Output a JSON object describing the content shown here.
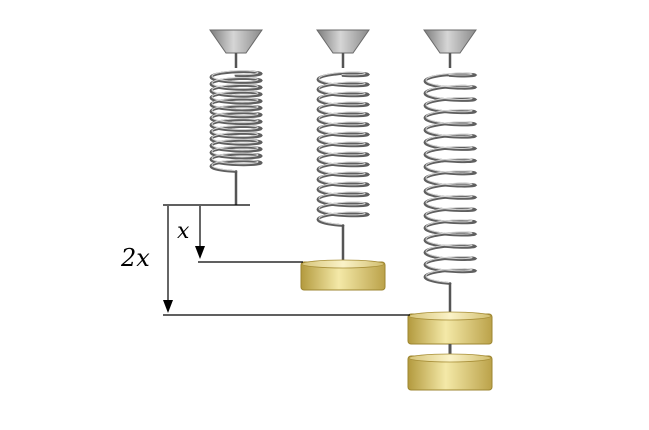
{
  "labels": {
    "x": "x",
    "two_x": "2x"
  },
  "springs": [
    {
      "id": "unloaded",
      "masses": 0
    },
    {
      "id": "one-mass",
      "masses": 1
    },
    {
      "id": "two-masses",
      "masses": 2
    }
  ],
  "colors": {
    "background": "#ffffff",
    "spring_coil": "#6f6f6f",
    "spring_highlight": "#d8d8d8",
    "mount": "#9a9a9a",
    "mass_gold": "#c9b25a",
    "mass_highlight": "#f3e7a6",
    "line": "#000000"
  }
}
